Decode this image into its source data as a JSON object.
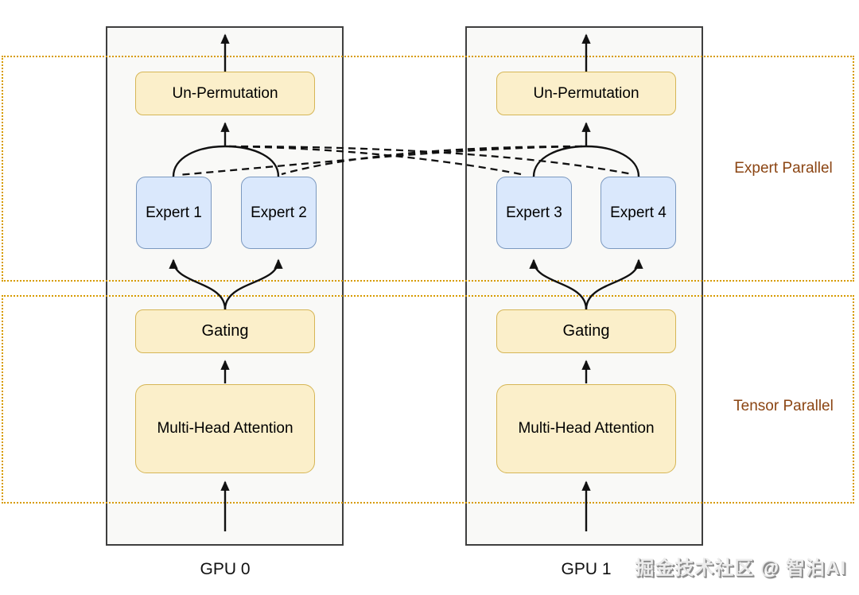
{
  "diagram": {
    "title": "",
    "regions": {
      "expert_parallel": {
        "label": "Expert Parallel"
      },
      "tensor_parallel": {
        "label": "Tensor Parallel"
      }
    },
    "gpus": [
      {
        "label": "GPU 0",
        "blocks": {
          "un_permutation": "Un-Permutation",
          "experts": [
            "Expert 1",
            "Expert 2"
          ],
          "gating": "Gating",
          "attention": "Multi-Head Attention"
        }
      },
      {
        "label": "GPU 1",
        "blocks": {
          "un_permutation": "Un-Permutation",
          "experts": [
            "Expert 3",
            "Expert 4"
          ],
          "gating": "Gating",
          "attention": "Multi-Head Attention"
        }
      }
    ],
    "routing_dashed_links": [
      "GPU 0 gating output to Expert 3",
      "GPU 0 gating output to Expert 4",
      "GPU 1 gating output to Expert 1",
      "GPU 1 gating output to Expert 2"
    ],
    "colors": {
      "block_yellow_fill": "#FBEFCA",
      "block_yellow_border": "#D6B656",
      "block_blue_fill": "#DAE8FC",
      "block_blue_border": "#7B99C0",
      "region_dotted_border": "#D79B00",
      "region_label_text": "#8B4513",
      "arrow": "#111111",
      "gpu_box_border": "#3F3F3F"
    },
    "watermark": "掘金技术社区 @ 智泊AI"
  }
}
